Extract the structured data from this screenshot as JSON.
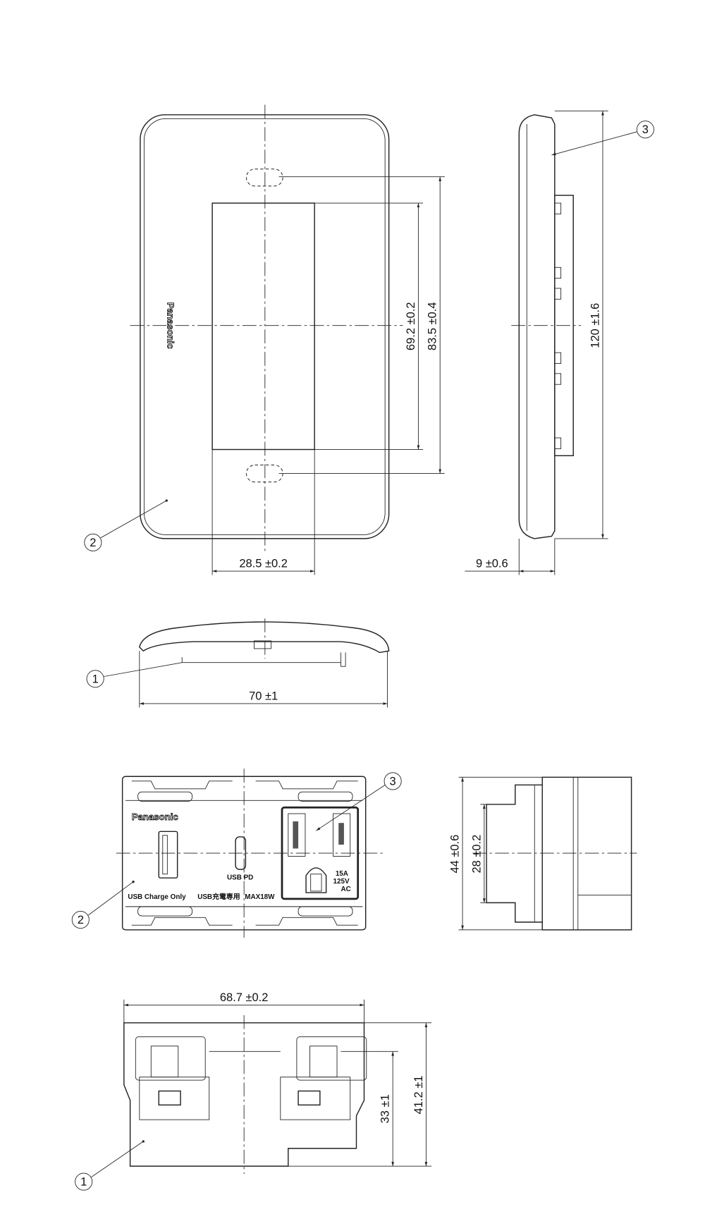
{
  "title": "Panasonic USB outlet with plate - dimensional drawing",
  "plate": {
    "brand": "Panasonic",
    "dim_width_opening": "28.5 ±0.2",
    "dim_opening_height": "69.2 ±0.2",
    "dim_screw_pitch": "83.5 ±0.4",
    "dim_height": "120 ±1.6",
    "dim_depth": "9 ±0.6",
    "dim_width": "70 ±1"
  },
  "module": {
    "brand": "Panasonic",
    "usb_pd_label": "USB PD",
    "charge_label": "USB Charge Only",
    "charge_label_jp": "USB充電専用",
    "max_label": "MAX18W",
    "rating_amps": "15A",
    "rating_volts": "125V",
    "rating_ac": "AC",
    "dim_outer_height": "44 ±0.6",
    "dim_inner_height": "28 ±0.2",
    "dim_width": "68.7 ±0.2",
    "dim_depth_inner": "33 ±1",
    "dim_depth_outer": "41.2 ±1"
  },
  "callouts": {
    "one": "1",
    "two": "2",
    "three": "3"
  }
}
